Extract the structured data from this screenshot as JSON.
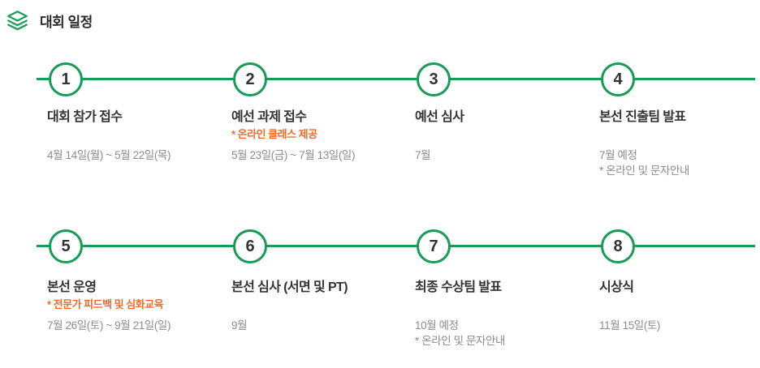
{
  "header": {
    "title": "대회 일정",
    "icon": "layers-icon"
  },
  "colors": {
    "accent_green": "#189b57",
    "note_orange": "#ee6c2d",
    "title_dark": "#333333",
    "date_gray": "#8c8c8c"
  },
  "steps": [
    {
      "number": "1",
      "title": "대회 참가 접수",
      "note": "",
      "dates": [
        "4월 14일(월) ~ 5월 22일(목)",
        ""
      ]
    },
    {
      "number": "2",
      "title": "예선 과제 접수",
      "note": "* 온라인 클래스 제공",
      "dates": [
        "5월 23일(금) ~ 7월 13일(일)",
        ""
      ]
    },
    {
      "number": "3",
      "title": "예선 심사",
      "note": "",
      "dates": [
        "7월",
        ""
      ]
    },
    {
      "number": "4",
      "title": "본선 진출팀 발표",
      "note": "",
      "dates": [
        "7월 예정",
        "* 온라인 및 문자안내"
      ]
    },
    {
      "number": "5",
      "title": "본선 운영",
      "note": "* 전문가 피드백 및 심화교육",
      "dates": [
        "7월 26일(토) ~ 9월 21일(일)",
        ""
      ]
    },
    {
      "number": "6",
      "title": "본선 심사 (서면 및 PT)",
      "note": "",
      "dates": [
        "9월",
        ""
      ]
    },
    {
      "number": "7",
      "title": "최종 수상팀 발표",
      "note": "",
      "dates": [
        "10월 예정",
        "* 온라인 및 문자안내"
      ]
    },
    {
      "number": "8",
      "title": "시상식",
      "note": "",
      "dates": [
        "11월 15일(토)",
        ""
      ]
    }
  ]
}
